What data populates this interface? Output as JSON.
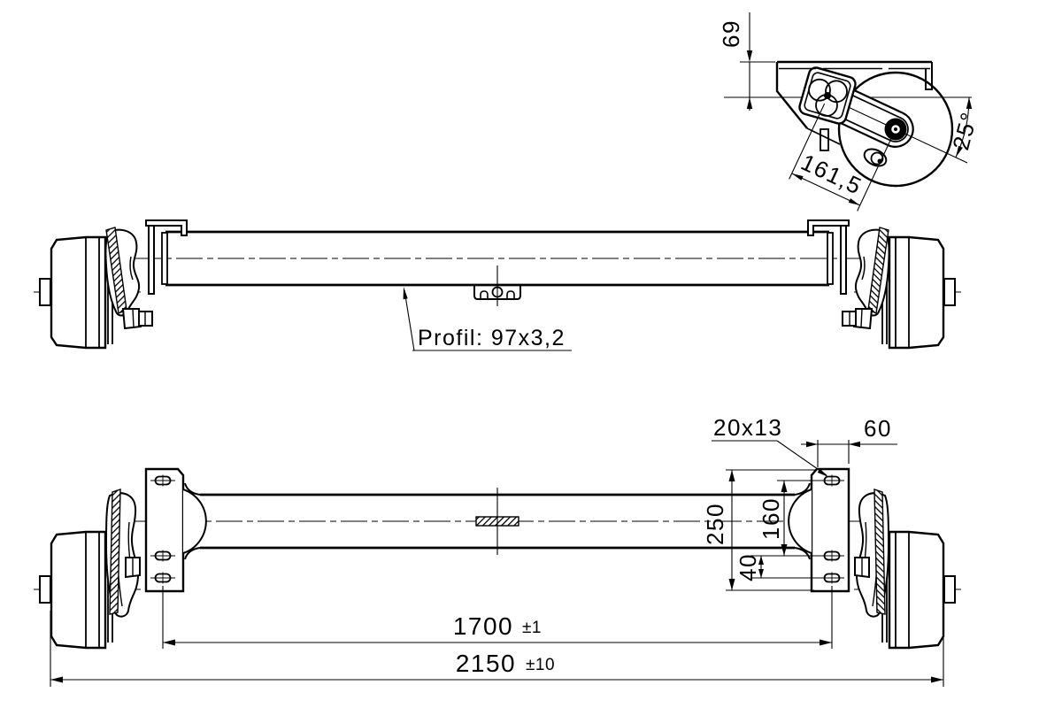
{
  "colors": {
    "background": "#ffffff",
    "line": "#000000"
  },
  "views": {
    "detail": {
      "height_offset": "69",
      "arm_length": "161,5",
      "arm_angle": "25°"
    },
    "front": {
      "profile_note": "Profil: 97x3,2"
    },
    "plan": {
      "slot_size": "20x13",
      "plate_offset": "60",
      "plate_height": "250",
      "slot_gap_upper": "160",
      "slot_gap_lower": "40",
      "track_width": "1700",
      "track_tolerance": "±1",
      "overall_length": "2150",
      "overall_tolerance": "±10"
    }
  }
}
